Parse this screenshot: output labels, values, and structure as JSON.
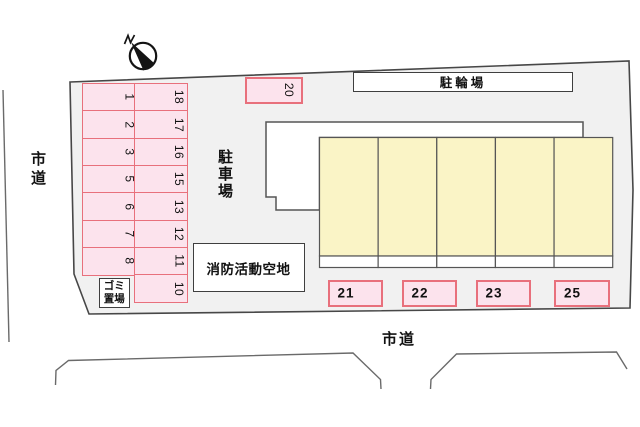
{
  "plan": {
    "title": "site-parking-plan",
    "compass": {
      "icon": "north-arrow"
    },
    "roads": {
      "left_label": "市道",
      "bottom_label": "市道"
    },
    "areas": {
      "bicycle_parking_label": "駐輪場",
      "parking_lot_label": "駐車場",
      "fire_activity_label": "消防活動空地",
      "garbage_line1": "ゴミ",
      "garbage_line2": "置場"
    },
    "parking_spaces": {
      "left_column": [
        "1",
        "2",
        "3",
        "5",
        "6",
        "7",
        "8"
      ],
      "right_column": [
        "18",
        "17",
        "16",
        "15",
        "13",
        "12",
        "11",
        "10"
      ],
      "top_space": "20",
      "bottom_row": [
        "21",
        "22",
        "23",
        "25"
      ]
    },
    "building": {
      "unit_count": 5
    },
    "colors": {
      "site_fill": "#f1f1f1",
      "space_fill": "#fce3ed",
      "space_border": "#e8707c",
      "building_unit_fill": "#faf4c6",
      "outline": "#474747"
    }
  }
}
